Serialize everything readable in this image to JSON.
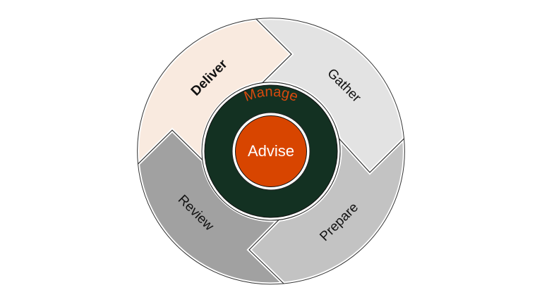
{
  "diagram": {
    "type": "cycle",
    "segments": [
      {
        "id": "deliver",
        "label": "Deliver",
        "color": "#F9EADF",
        "text_color": "#D84A0E",
        "bold": true
      },
      {
        "id": "gather",
        "label": "Gather",
        "color": "#E3E3E3",
        "text_color": "#111111",
        "bold": false
      },
      {
        "id": "prepare",
        "label": "Prepare",
        "color": "#C3C3C3",
        "text_color": "#111111",
        "bold": false
      },
      {
        "id": "review",
        "label": "Review",
        "color": "#A1A1A1",
        "text_color": "#111111",
        "bold": false
      }
    ],
    "ring": {
      "label": "Manage",
      "color": "#133122",
      "text_color": "#D84A0E"
    },
    "core": {
      "label": "Advise",
      "color": "#D84500",
      "text_color": "#FFFFFF"
    },
    "flow_direction": "clockwise"
  }
}
